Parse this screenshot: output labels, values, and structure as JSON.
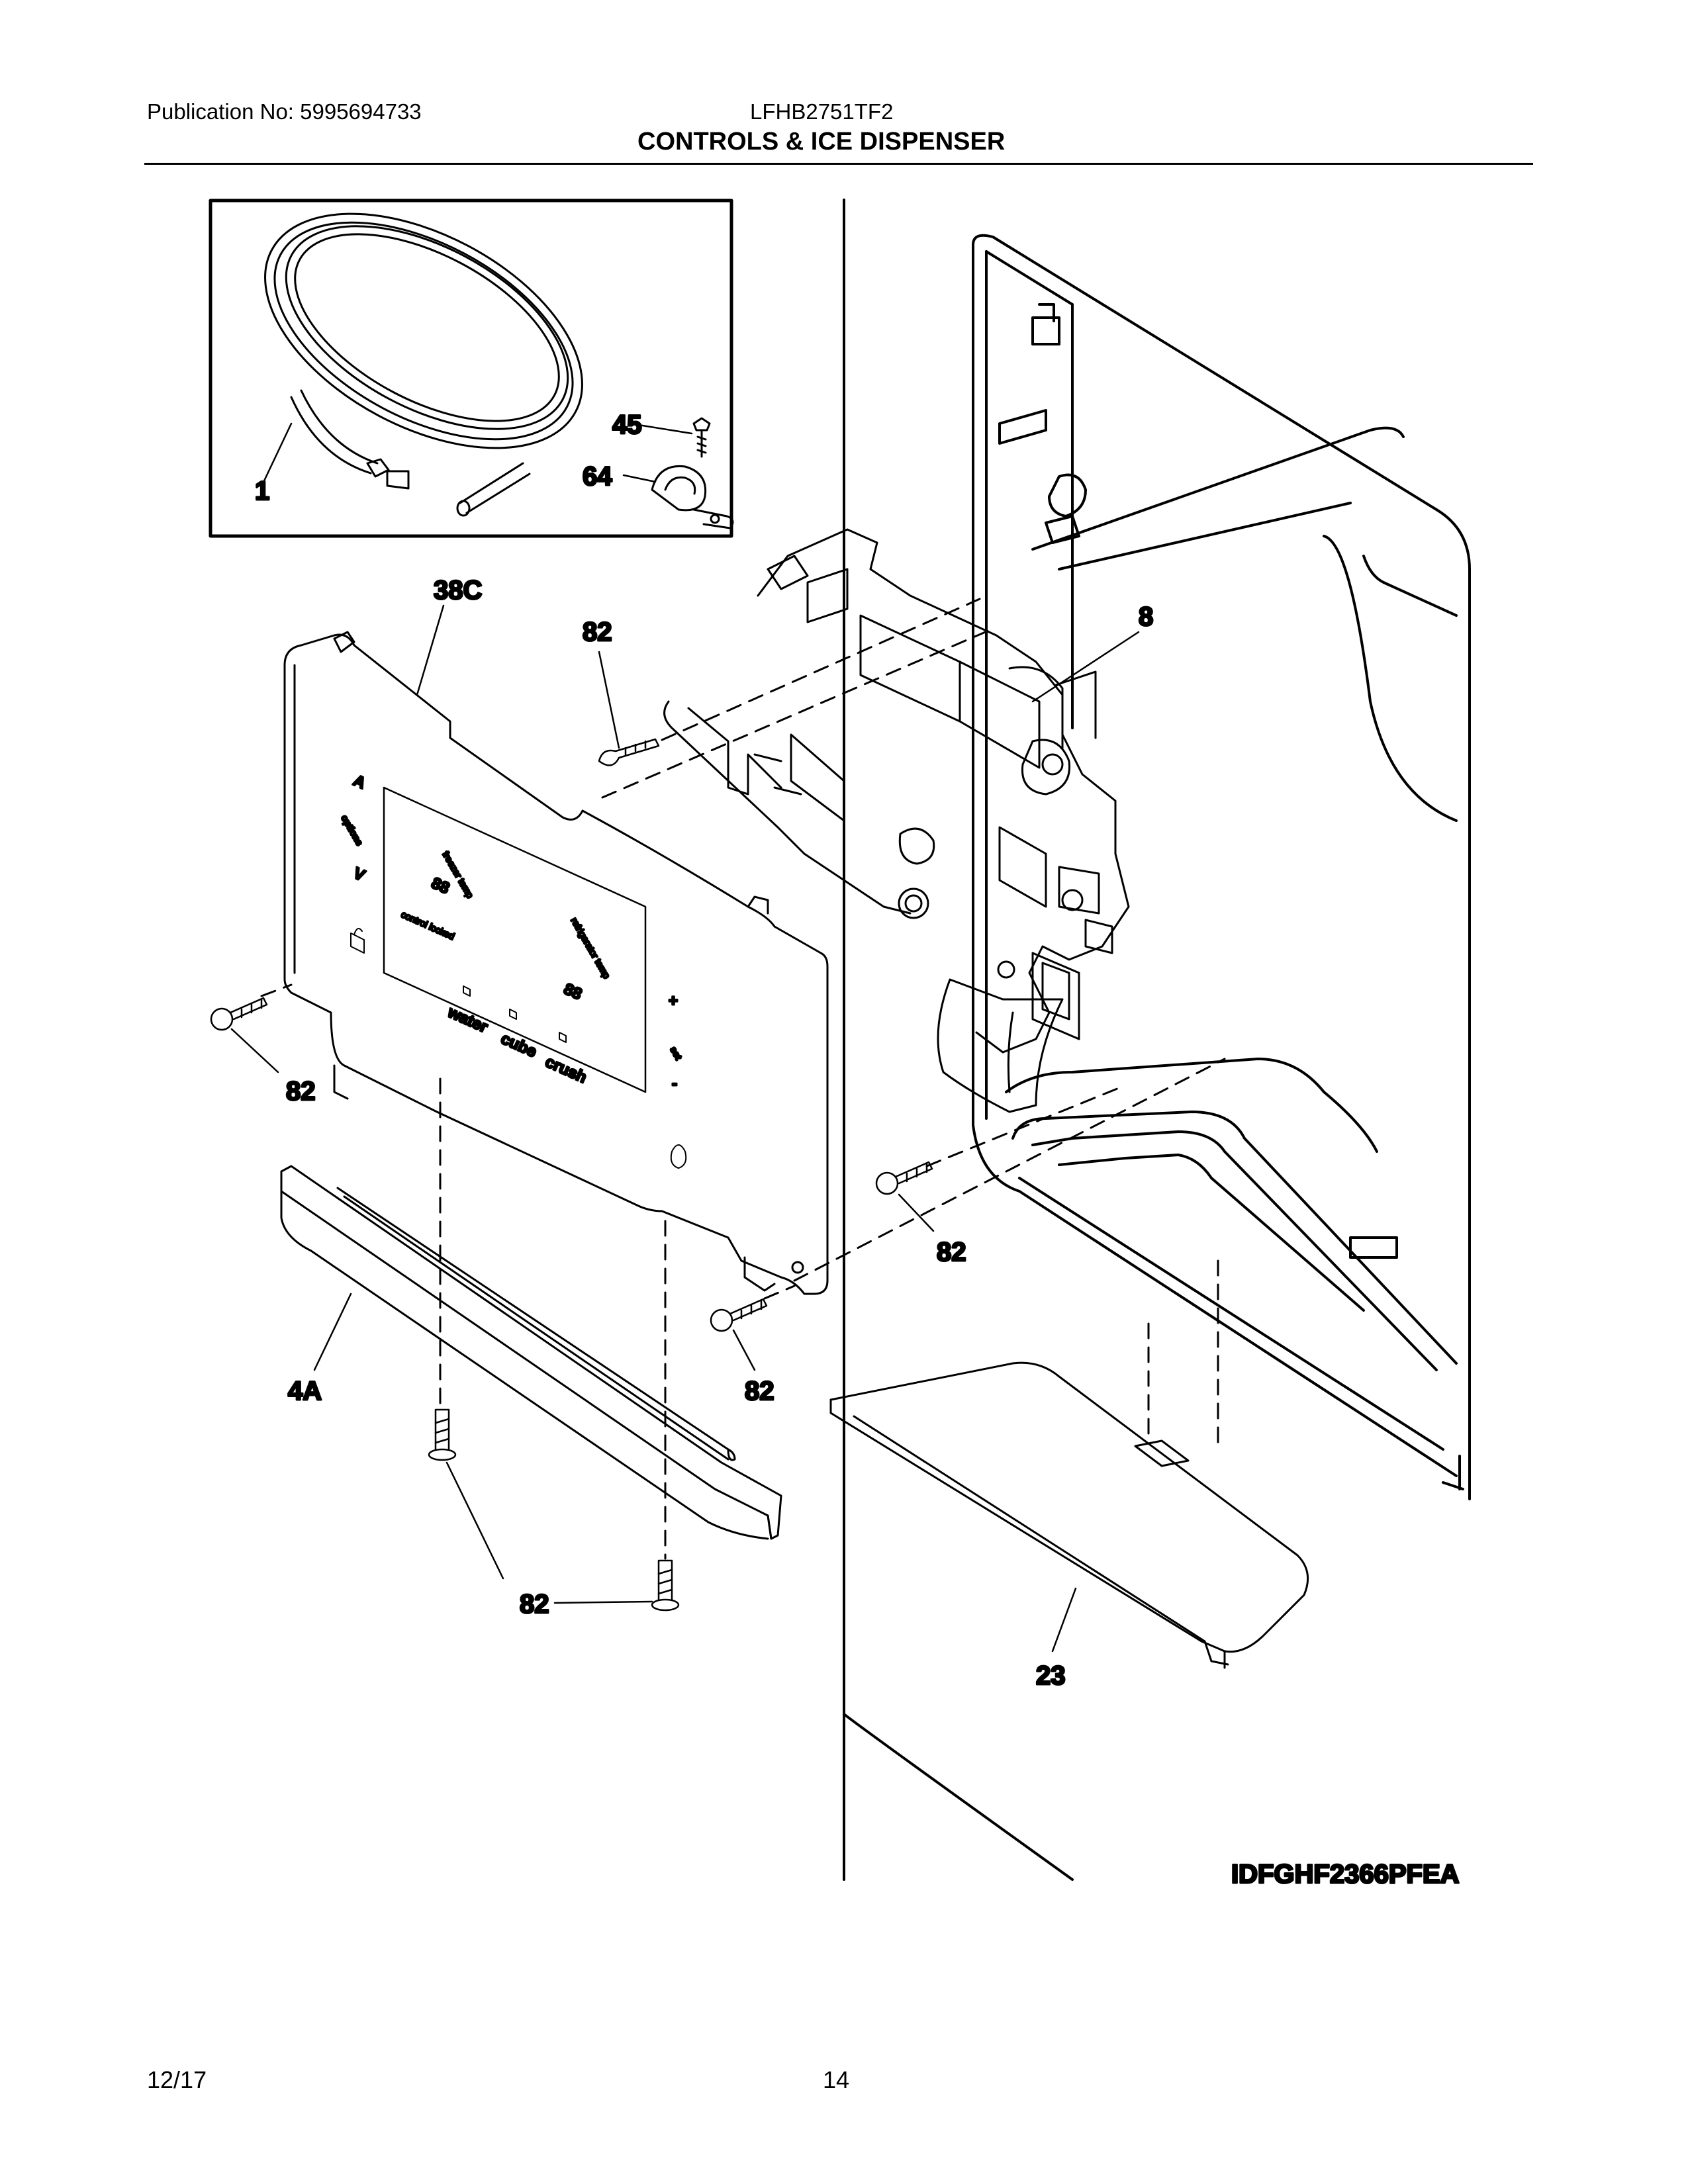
{
  "header": {
    "publication": "Publication No: 5995694733",
    "model": "LFHB2751TF2",
    "title": "CONTROLS & ICE DISPENSER"
  },
  "callouts": {
    "c1": "1",
    "c45": "45",
    "c64": "64",
    "c38c": "38C",
    "c82_top": "82",
    "c8": "8",
    "c82_left": "82",
    "c82_right": "82",
    "c82_mid": "82",
    "c4a": "4A",
    "c82_bottom": "82",
    "c23": "23"
  },
  "control_panel": {
    "up": "A",
    "options": "options",
    "down": "V",
    "degrees_left": "88",
    "degrees_right": "88",
    "freezer_temp": "freezer temp",
    "refrigerator_temp": "refrigerator temp",
    "control_locked": "control locked",
    "plus": "+",
    "set": "set",
    "minus": "-",
    "water": "water",
    "cube": "cube",
    "crush": "crush"
  },
  "diagram_id": "IDFGHF2366PFEA",
  "footer": {
    "date": "12/17",
    "page": "14"
  }
}
